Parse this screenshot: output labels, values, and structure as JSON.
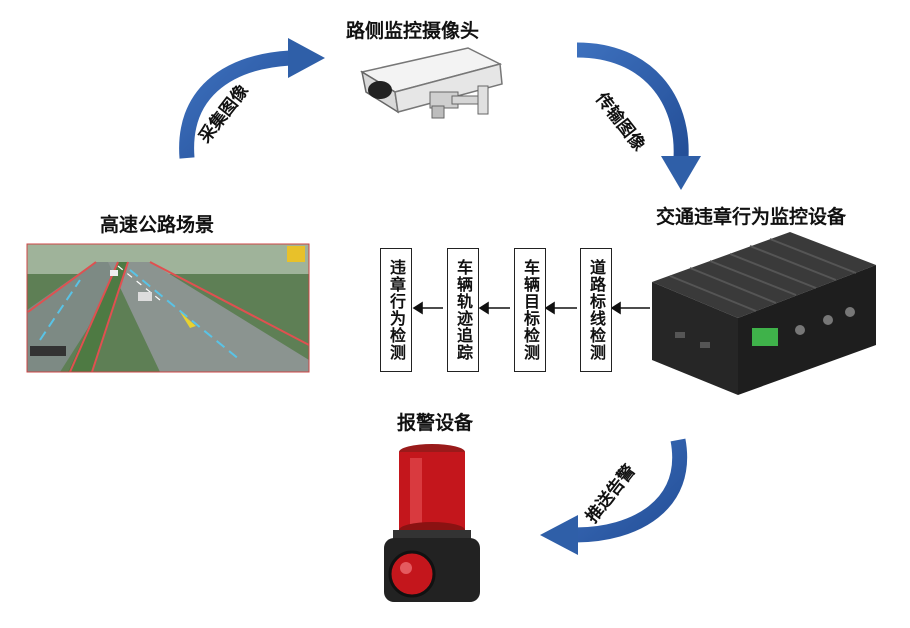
{
  "nodes": {
    "camera": "路侧监控摄像头",
    "highway": "高速公路场景",
    "controller": "交通违章行为监控设备",
    "alarm": "报警设备"
  },
  "arrows": {
    "collect": "采集图像",
    "transmit": "传输图像",
    "push": "推送告警"
  },
  "pipeline": [
    "道路标线检测",
    "车辆目标检测",
    "车辆轨迹追踪",
    "违章行为检测"
  ],
  "colors": {
    "arrow": "#2f5fa8",
    "arrow_dark": "#1f4488",
    "alarm_red": "#c4161c",
    "device": "#2b2b2b"
  }
}
